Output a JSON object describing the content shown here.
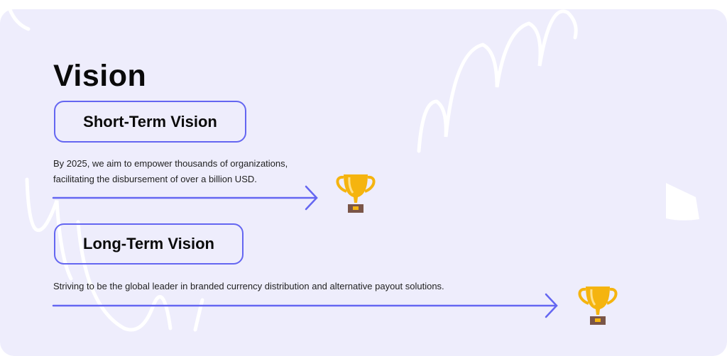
{
  "title": "Vision",
  "short_term": {
    "heading": "Short-Term Vision",
    "line1": "By 2025, we aim to empower thousands of organizations,",
    "line2": "facilitating the disbursement of over a billion USD."
  },
  "long_term": {
    "heading": "Long-Term Vision",
    "text": "Striving to be the global leader in branded currency distribution and alternative payout solutions."
  },
  "colors": {
    "accent": "#6466F1",
    "background": "#EEEDFC",
    "trophy": "#F5B40F"
  },
  "icons": [
    "arrow-right-icon",
    "trophy-icon"
  ]
}
